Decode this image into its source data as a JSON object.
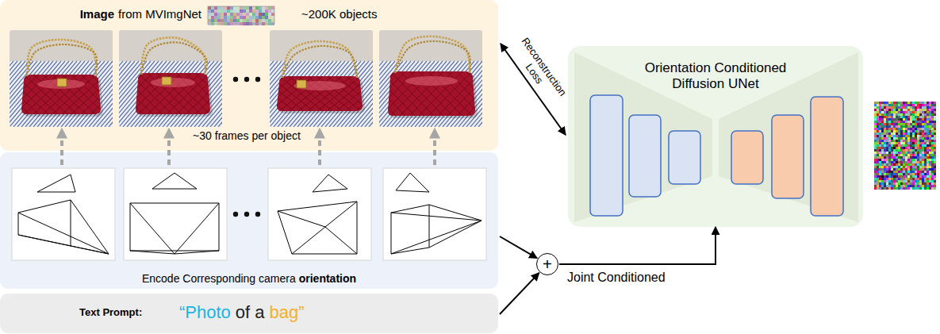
{
  "diagram": {
    "nodes": [
      {
        "text": [
          "Image",
          "from MVImgNet",
          "~200K objects",
          "~30 frames per object"
        ]
      },
      {
        "text": [
          "Encode Corresponding camera",
          "orientation"
        ]
      },
      {
        "text": [
          "Text Prompt:",
          "“Photo",
          "of a",
          "bag”"
        ]
      },
      {
        "text": [
          "+"
        ]
      },
      {
        "text": [
          "Orientation Conditioned Diffusion UNet"
        ]
      }
    ],
    "edges": [
      {
        "from": 1,
        "to": 0,
        "arrow": "to"
      },
      {
        "from": 1,
        "to": 0,
        "arrow": "to"
      },
      {
        "from": 1,
        "to": 0,
        "arrow": "to"
      },
      {
        "from": 1,
        "to": 0,
        "arrow": "to"
      },
      {
        "from": 0,
        "to": 4,
        "label": "Reconstruction Loss",
        "arrow": "both"
      },
      {
        "from": 1,
        "to": 3,
        "arrow": "to"
      },
      {
        "from": 2,
        "to": 3,
        "arrow": "to"
      },
      {
        "from": 3,
        "to": 4,
        "label": "Joint Conditioned",
        "arrow": "to"
      }
    ]
  }
}
